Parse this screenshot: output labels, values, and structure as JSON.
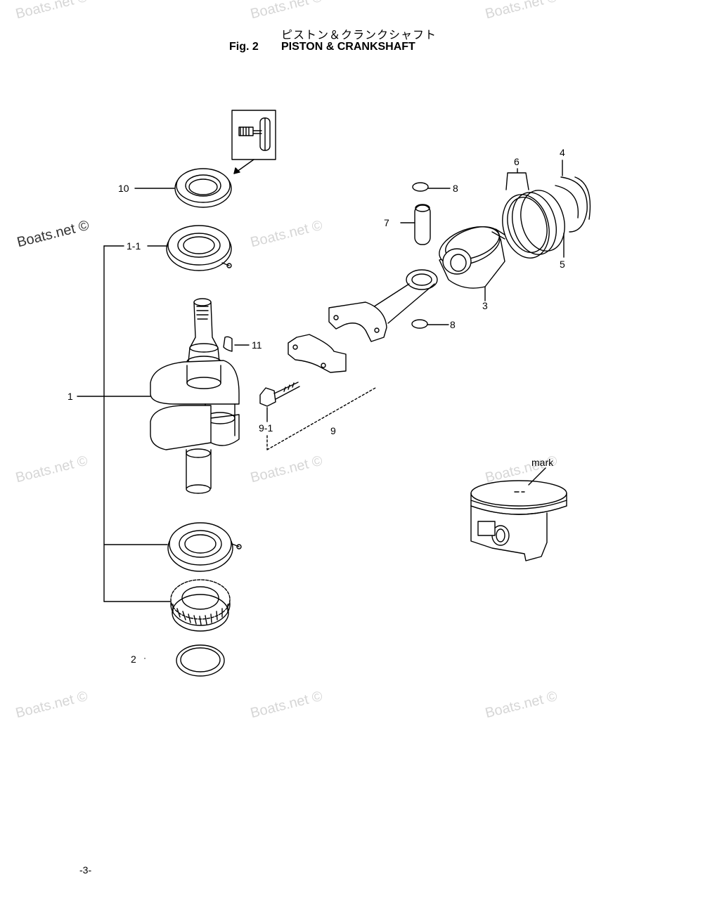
{
  "header": {
    "title_jp": "ピストン＆クランクシャフト",
    "fig_label": "Fig. 2",
    "title_en": "PISTON & CRANKSHAFT"
  },
  "callouts": {
    "c1": "1",
    "c1_1": "1-1",
    "c2": "2",
    "c3": "3",
    "c4": "4",
    "c5": "5",
    "c6": "6",
    "c7": "7",
    "c8a": "8",
    "c8b": "8",
    "c9": "9",
    "c9_1": "9-1",
    "c10": "10",
    "c11": "11",
    "mark": "mark"
  },
  "watermark": {
    "text": "Boats.net ©"
  },
  "footer": {
    "page": "-3-"
  },
  "colors": {
    "ink": "#000000",
    "watermark": "#d6d6d6"
  }
}
